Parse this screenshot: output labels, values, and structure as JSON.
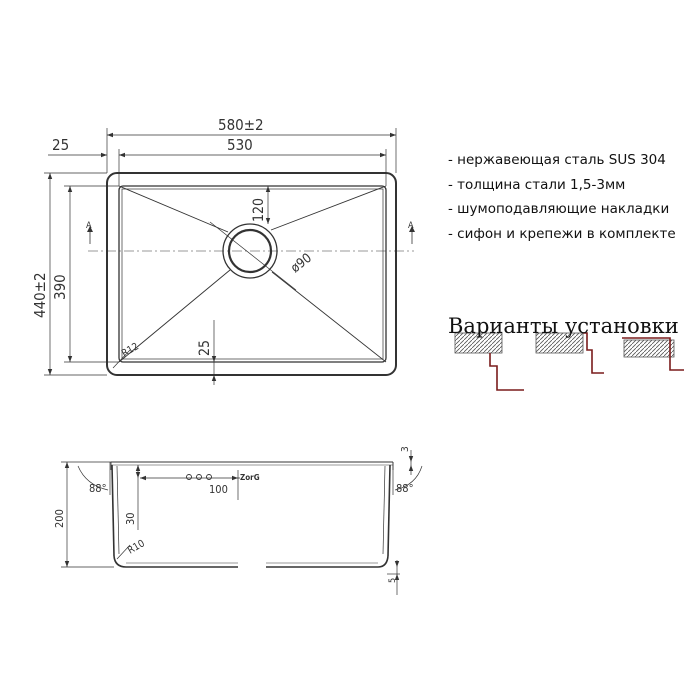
{
  "top_view": {
    "overall_width": "580±2",
    "inner_width": "530",
    "flange": "25",
    "overall_height": "440±2",
    "inner_height": "390",
    "drain_offset": "120",
    "drain_diameter": "ø90",
    "bottom_offset": "25",
    "corner_radius": "R12",
    "section_mark": "A"
  },
  "side_view": {
    "depth": "200",
    "angle_left": "88°",
    "angle_right": "88°",
    "top_thickness": "3",
    "bottom_thickness": "5",
    "overflow_height": "30",
    "overflow_distance": "100",
    "bottom_radius": "R10",
    "logo": "ZorG"
  },
  "features": [
    "- нержавеющая сталь SUS 304",
    "- толщина стали 1,5-3мм",
    "- шумоподавляющие накладки",
    "- сифон и крепежи в комплекте"
  ],
  "install_title": "Варианты установки"
}
